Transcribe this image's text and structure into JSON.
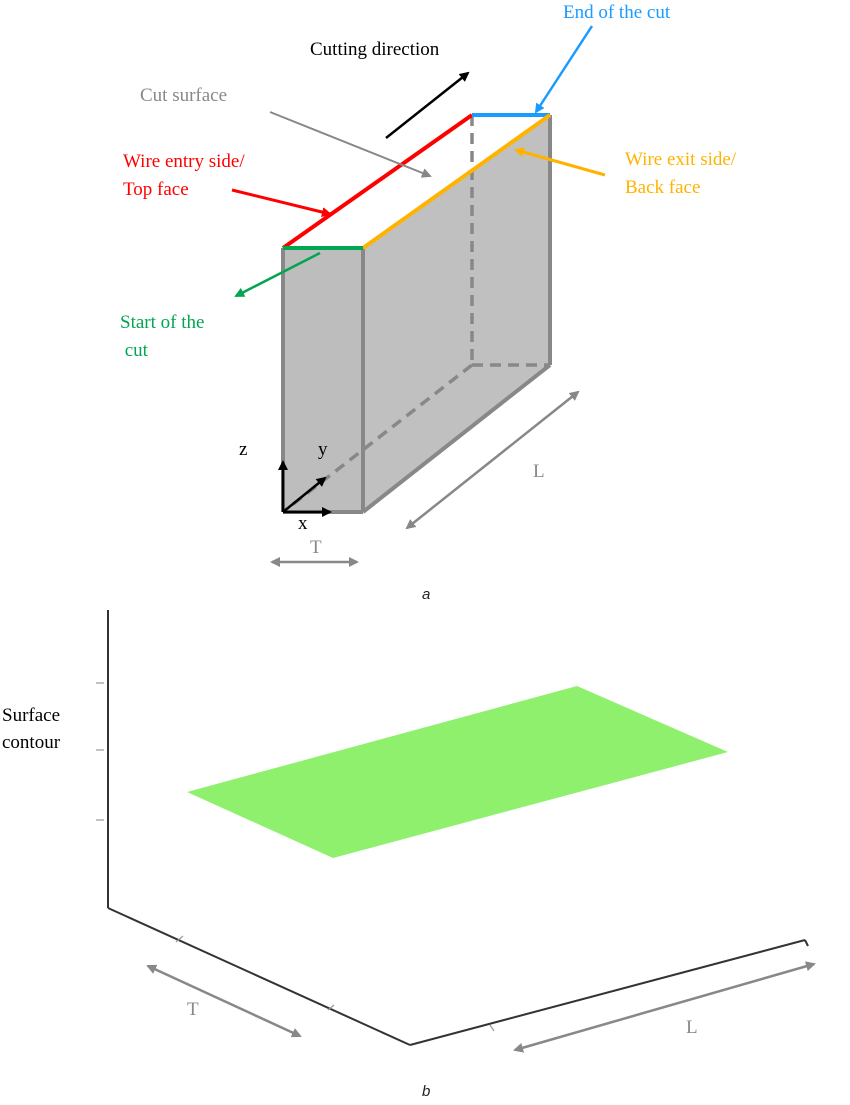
{
  "colors": {
    "red": "#ff0000",
    "blue": "#1a9bff",
    "yellow": "#ffb300",
    "green": "#00a651",
    "gray": "#888888",
    "face_fill": "#c0c0c0",
    "surface_fill": "#8ff06e",
    "black": "#000000"
  },
  "panel_a": {
    "panel_label": "a",
    "cutting_direction": "Cutting direction",
    "end_of_cut": "End of the cut",
    "cut_surface": "Cut surface",
    "wire_entry": [
      "Wire entry side/",
      "Top face"
    ],
    "wire_exit": [
      "Wire exit side/",
      "Back face"
    ],
    "start_of_cut": [
      "Start of the",
      " cut"
    ],
    "axis_z": "z",
    "axis_y": "y",
    "axis_x": "x",
    "dim_L": "L",
    "dim_T": "T"
  },
  "panel_b": {
    "panel_label": "b",
    "z_label": [
      "Surface",
      "contour"
    ],
    "dim_T": "T",
    "dim_L": "L"
  }
}
